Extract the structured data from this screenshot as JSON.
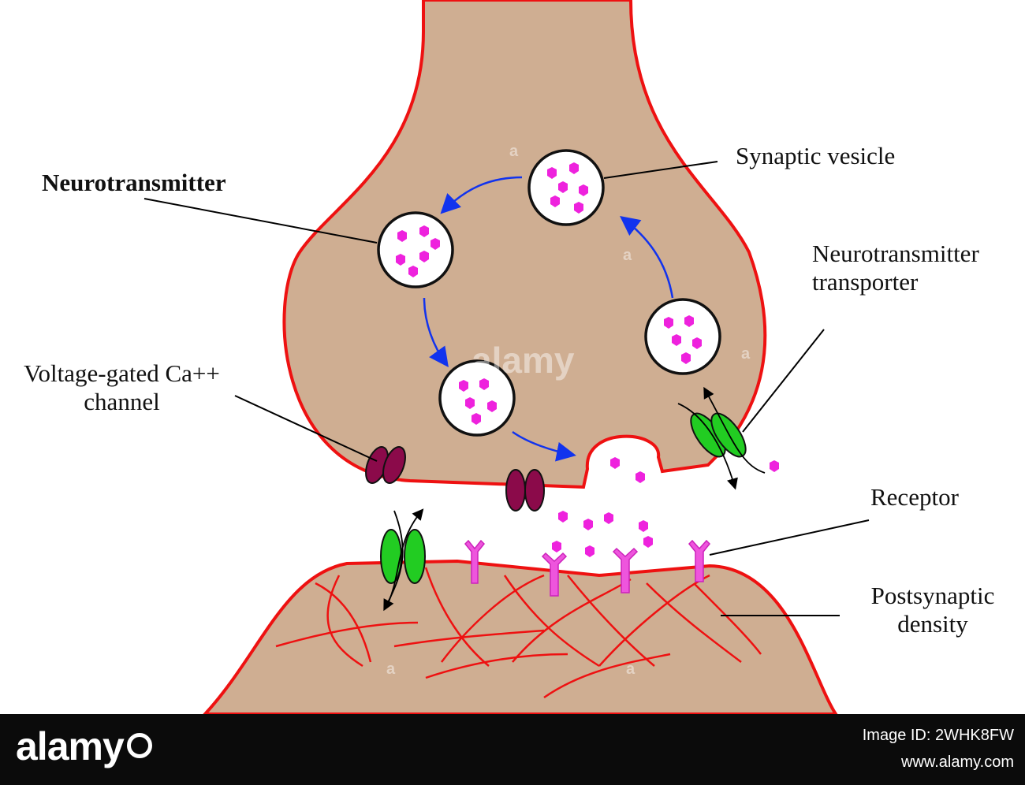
{
  "labels": {
    "synaptic_vesicle": "Synaptic vesicle",
    "neurotransmitter": "Neurotransmitter",
    "transporter_line1": "Neurotransmitter",
    "transporter_line2": "transporter",
    "ca_channel_line1": "Voltage-gated Ca++",
    "ca_channel_line2": "channel",
    "receptor": "Receptor",
    "postsynaptic_line1": "Postsynaptic",
    "postsynaptic_line2": "density"
  },
  "watermark": "alamy",
  "footer": {
    "logo": "alamy",
    "image_id": "Image ID: 2WHK8FW",
    "url": "www.alamy.com"
  },
  "colors": {
    "cell_fill": "#cfae92",
    "membrane": "#ee1111",
    "neurotransmitter": "#ee22dd",
    "arrow": "#1133ee",
    "ca_channel": "#8b0a4a",
    "transporter": "#22cc22",
    "receptor": "#ee55dd"
  }
}
